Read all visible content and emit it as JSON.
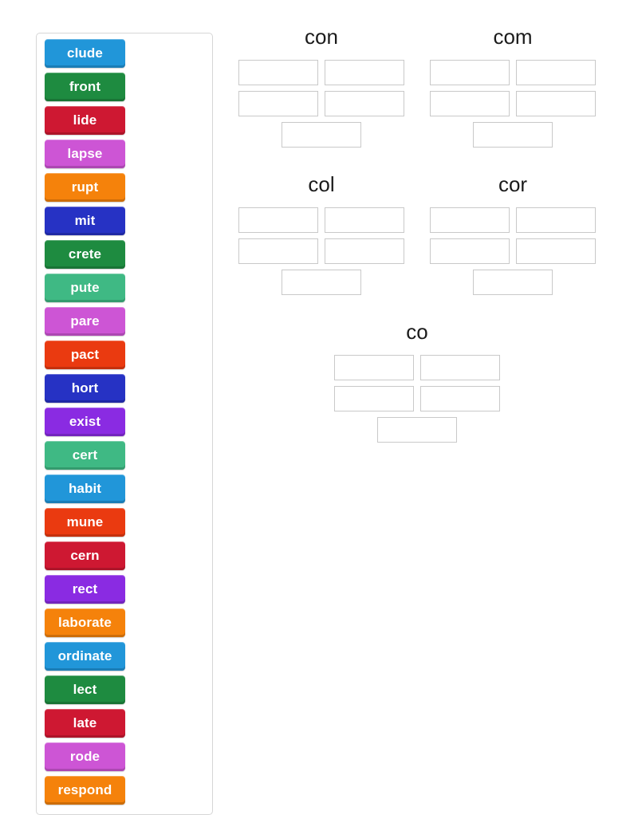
{
  "tray": {
    "name": "word-part-tiles",
    "tiles": [
      {
        "label": "clude",
        "color": "#2196d9"
      },
      {
        "label": "front",
        "color": "#1e8b40"
      },
      {
        "label": "lide",
        "color": "#ce1832"
      },
      {
        "label": "lapse",
        "color": "#cd55d5"
      },
      {
        "label": "rupt",
        "color": "#f5820b"
      },
      {
        "label": "mit",
        "color": "#2632c4"
      },
      {
        "label": "crete",
        "color": "#1e8b40"
      },
      {
        "label": "pute",
        "color": "#3fb984"
      },
      {
        "label": "pare",
        "color": "#cd55d5"
      },
      {
        "label": "pact",
        "color": "#ea3a10"
      },
      {
        "label": "hort",
        "color": "#2632c4"
      },
      {
        "label": "exist",
        "color": "#8a2be2"
      },
      {
        "label": "cert",
        "color": "#3fb984"
      },
      {
        "label": "habit",
        "color": "#2196d9"
      },
      {
        "label": "mune",
        "color": "#ea3a10"
      },
      {
        "label": "cern",
        "color": "#ce1832"
      },
      {
        "label": "rect",
        "color": "#8a2be2"
      },
      {
        "label": "laborate",
        "color": "#f5820b"
      },
      {
        "label": "ordinate",
        "color": "#2196d9"
      },
      {
        "label": "lect",
        "color": "#1e8b40"
      },
      {
        "label": "late",
        "color": "#ce1832"
      },
      {
        "label": "rode",
        "color": "#cd55d5"
      },
      {
        "label": "respond",
        "color": "#f5820b"
      }
    ]
  },
  "groups": [
    {
      "id": "con",
      "title": "con",
      "slot_rows": [
        2,
        2,
        1
      ],
      "slots_filled": [
        "",
        "",
        "",
        "",
        ""
      ]
    },
    {
      "id": "com",
      "title": "com",
      "slot_rows": [
        2,
        2,
        1
      ],
      "slots_filled": [
        "",
        "",
        "",
        "",
        ""
      ]
    },
    {
      "id": "col",
      "title": "col",
      "slot_rows": [
        2,
        2,
        1
      ],
      "slots_filled": [
        "",
        "",
        "",
        "",
        ""
      ]
    },
    {
      "id": "cor",
      "title": "cor",
      "slot_rows": [
        2,
        2,
        1
      ],
      "slots_filled": [
        "",
        "",
        "",
        "",
        ""
      ]
    },
    {
      "id": "co",
      "title": "co",
      "slot_rows": [
        2,
        2,
        1
      ],
      "slots_filled": [
        "",
        "",
        "",
        "",
        ""
      ]
    }
  ],
  "colors": {
    "page_background": "#ffffff",
    "tray_border": "#d6d6d6",
    "slot_border": "#c9c9c9",
    "slot_fill": "#ffffff",
    "title_text": "#1b1b1b",
    "tile_text": "#ffffff"
  }
}
